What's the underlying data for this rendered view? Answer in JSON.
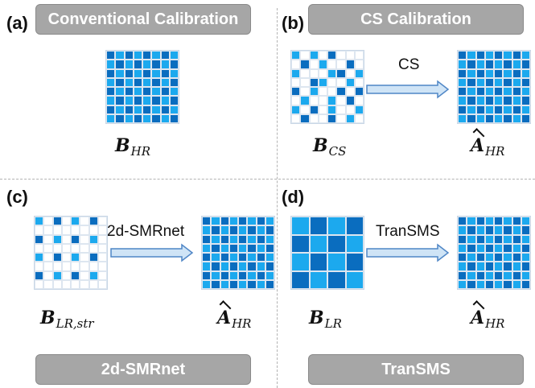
{
  "colors": {
    "dark": "#0a6dbf",
    "light": "#1ca9ee",
    "empty": "#ffffff",
    "banner": "#a6a6a6",
    "arrow_fill": "#cfe4f6",
    "arrow_stroke": "#4f86c6"
  },
  "panels": {
    "a": {
      "letter": "(a)",
      "banner": "Conventional Calibration",
      "label": {
        "sym": "B",
        "sub": "HR"
      }
    },
    "b": {
      "letter": "(b)",
      "banner": "CS Calibration",
      "arrow_label": "CS",
      "input_label": {
        "sym": "B",
        "sub": "CS"
      },
      "output_label": {
        "sym": "A",
        "sub": "HR"
      }
    },
    "c": {
      "letter": "(c)",
      "banner": "2d-SMRnet",
      "arrow_label": "2d-SMRnet",
      "input_label": {
        "sym": "B",
        "sub": "LR,str"
      },
      "output_label": {
        "sym": "A",
        "sub": "HR"
      }
    },
    "d": {
      "letter": "(d)",
      "banner": "TranSMS",
      "arrow_label": "TranSMS",
      "input_label": {
        "sym": "B",
        "sub": "LR"
      },
      "output_label": {
        "sym": "A",
        "sub": "HR"
      }
    }
  },
  "matrices": {
    "hr": [
      "DLDLDLDL",
      "LDLDLDLD",
      "DLDLDLDL",
      "LDLDLDLD",
      "DLDLDLDL",
      "LDLDLDLD",
      "DLDLDLDL",
      "LDLDLDLD"
    ],
    "cs": [
      "LWLWDWWW",
      "WDWLWWDW",
      "LWWWLDWL",
      "WWDLWWLW",
      "DWLWWDWD",
      "WLWWLWDW",
      "LWDWLWWL",
      "WDWWDWLW"
    ],
    "lr_str": [
      "LWDWLWDW",
      "WWWWWWWW",
      "DWLWDWLW",
      "WWWWWWWW",
      "LWDWLWDW",
      "WWWWWWWW",
      "DWLWDWLW",
      "WWWWWWWW"
    ],
    "lr": [
      "LDLD",
      "DLDL",
      "LDLD",
      "DLDL"
    ]
  }
}
